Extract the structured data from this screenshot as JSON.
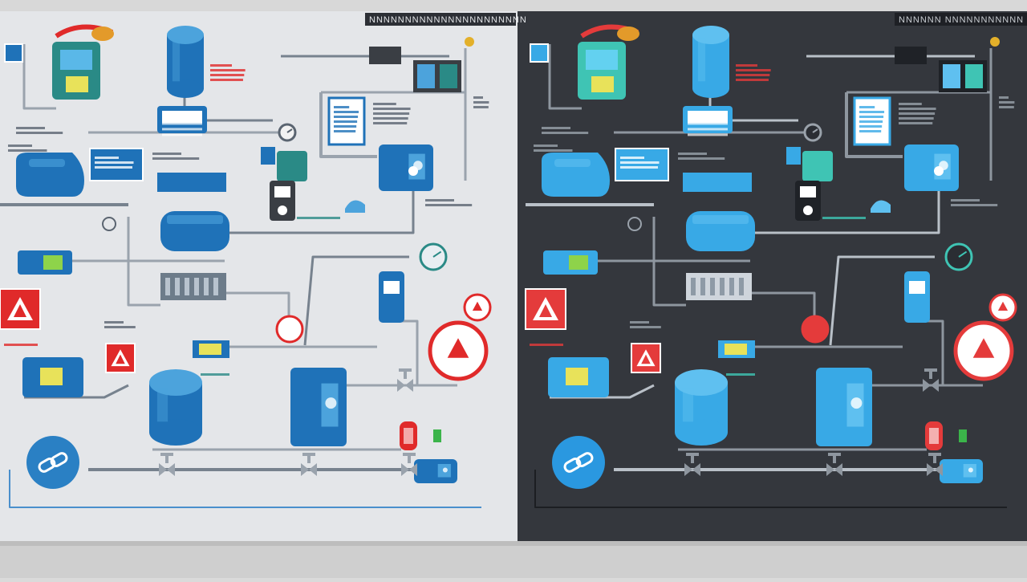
{
  "panels": [
    {
      "id": "light",
      "header_text": "NNNNNNNNNNNNNNNNNNNNNN",
      "colors": {
        "background": "#e4e6e9",
        "pipe": "#77828e",
        "pipe_thin": "#9aa3ad",
        "equipment_blue": "#1f72b8",
        "equipment_light": "#4ca3dc",
        "accent_teal": "#2a8a86",
        "warning": "#e02a2a",
        "dark_device": "#3a3e44",
        "baseline": "#4a8fcc"
      }
    },
    {
      "id": "dark",
      "header_text": "NNNNNN NNNNNNNNNNN",
      "colors": {
        "background": "#34373d",
        "pipe": "#b9c0c8",
        "pipe_thin": "#8e969f",
        "equipment_blue": "#38a9e6",
        "equipment_light": "#5fc0f0",
        "accent_teal": "#3fc4b4",
        "warning": "#e43b3b",
        "dark_device": "#1f2227",
        "baseline": "#1c1e22"
      }
    }
  ],
  "components": {
    "tanks": [
      "vertical-tank-top",
      "horizontal-tank-mid",
      "vertical-tank-bottom",
      "horizontal-tank-left"
    ],
    "pumps": [
      "pump-a",
      "pump-b",
      "pump-c"
    ],
    "control_panels": [
      "control-cabinet-left",
      "control-cabinet-right",
      "control-cabinet-center"
    ],
    "warning_signs": [
      "warning-sign-left",
      "warning-sign-mid",
      "warning-sign-right-small",
      "warning-sign-right-large",
      "warning-sign-pipe"
    ],
    "valves": [
      "valve-bottom-1",
      "valve-bottom-2",
      "valve-bottom-3",
      "valve-gauge"
    ],
    "icons": [
      "link-chain-icon",
      "gauge-icon",
      "alarm-icon",
      "filter-icon"
    ]
  }
}
